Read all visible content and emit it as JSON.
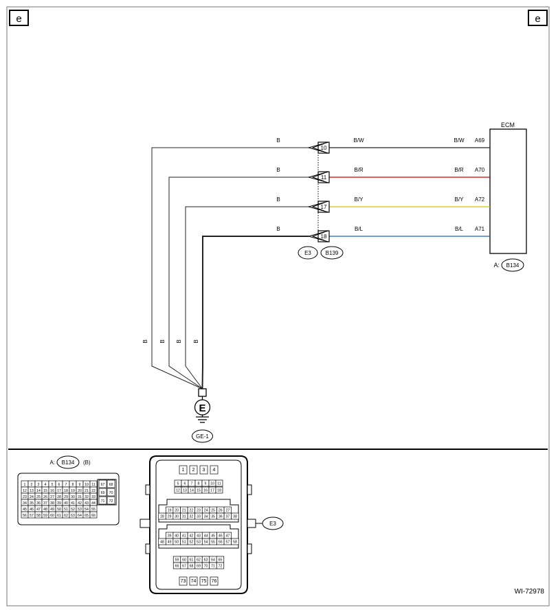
{
  "corner_marks": {
    "left": "e",
    "right": "e"
  },
  "ecm": {
    "title": "ECM",
    "connector_prefix": "A:",
    "connector_id": "B134"
  },
  "circuits": [
    {
      "pin": "10",
      "left_color": "B",
      "mid_color": "B/W",
      "right_color": "B/W",
      "ecm_pin": "A69",
      "wire_hex": "#222222"
    },
    {
      "pin": "11",
      "left_color": "B",
      "mid_color": "B/R",
      "right_color": "B/R",
      "ecm_pin": "A70",
      "wire_hex": "#cc0000"
    },
    {
      "pin": "17",
      "left_color": "B",
      "mid_color": "B/Y",
      "right_color": "B/Y",
      "ecm_pin": "A72",
      "wire_hex": "#d4c200"
    },
    {
      "pin": "18",
      "left_color": "B",
      "mid_color": "B/L",
      "right_color": "B/L",
      "ecm_pin": "A71",
      "wire_hex": "#1a5fb4"
    }
  ],
  "inline_connectors": [
    "E3",
    "B139"
  ],
  "vertical_wire_labels": [
    "B",
    "B",
    "B",
    "B"
  ],
  "ground": {
    "symbol": "E",
    "id": "GE-1"
  },
  "legend": {
    "prefix": "A:",
    "connector_id": "B134",
    "suffix": "(B)",
    "rows": [
      [
        "1",
        "2",
        "3",
        "4",
        "5",
        "6",
        "7",
        "8",
        "9",
        "10",
        "11"
      ],
      [
        "12",
        "13",
        "14",
        "15",
        "16",
        "17",
        "18",
        "19",
        "20",
        "21",
        "22"
      ],
      [
        "23",
        "24",
        "25",
        "26",
        "27",
        "28",
        "29",
        "30",
        "31",
        "32",
        "33"
      ],
      [
        "34",
        "35",
        "36",
        "37",
        "38",
        "39",
        "40",
        "41",
        "42",
        "43",
        "44"
      ],
      [
        "45",
        "46",
        "47",
        "48",
        "49",
        "50",
        "51",
        "52",
        "53",
        "54",
        "55"
      ],
      [
        "56",
        "57",
        "58",
        "59",
        "60",
        "61",
        "62",
        "63",
        "64",
        "65",
        "66"
      ]
    ],
    "side_pins": [
      [
        "67",
        "68"
      ],
      [
        "69",
        "70"
      ],
      [
        "71",
        "72"
      ]
    ]
  },
  "connector_e3": {
    "label": "E3",
    "rows": [
      [
        "1",
        "2",
        "3",
        "4"
      ],
      [
        "5",
        "6",
        "7",
        "8",
        "9",
        "10",
        "11"
      ],
      [
        "12",
        "13",
        "14",
        "15",
        "16",
        "17",
        "18"
      ],
      [
        "19",
        "20",
        "21",
        "22",
        "23",
        "24",
        "25",
        "26",
        "27"
      ],
      [
        "28",
        "29",
        "30",
        "31",
        "32",
        "33",
        "34",
        "35",
        "36",
        "37",
        "38"
      ],
      [
        "39",
        "40",
        "41",
        "42",
        "43",
        "44",
        "45",
        "46",
        "47"
      ],
      [
        "48",
        "49",
        "50",
        "51",
        "52",
        "53",
        "54",
        "55",
        "56",
        "57",
        "58"
      ],
      [
        "59",
        "60",
        "61",
        "62",
        "63",
        "64",
        "65"
      ],
      [
        "66",
        "67",
        "68",
        "69",
        "70",
        "71",
        "72"
      ],
      [
        "73",
        "74",
        "75",
        "76"
      ]
    ]
  },
  "figure_id": "WI-72978"
}
